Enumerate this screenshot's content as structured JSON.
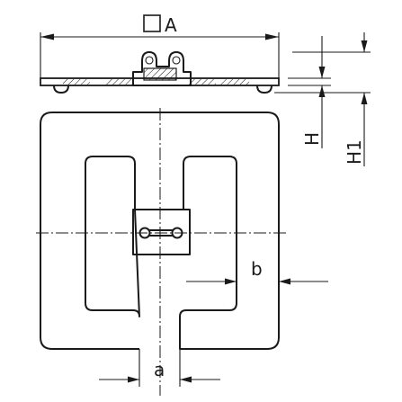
{
  "drawing": {
    "labels": {
      "overall_width": "A",
      "height": "H",
      "height_total": "H1",
      "gap_width": "a",
      "slot_offset": "b"
    },
    "symbols": {
      "square_symbol": "square-outline-icon"
    },
    "colors": {
      "line": "#1a1a1a",
      "background": "#ffffff",
      "hatch": "#1a1a1a"
    }
  }
}
